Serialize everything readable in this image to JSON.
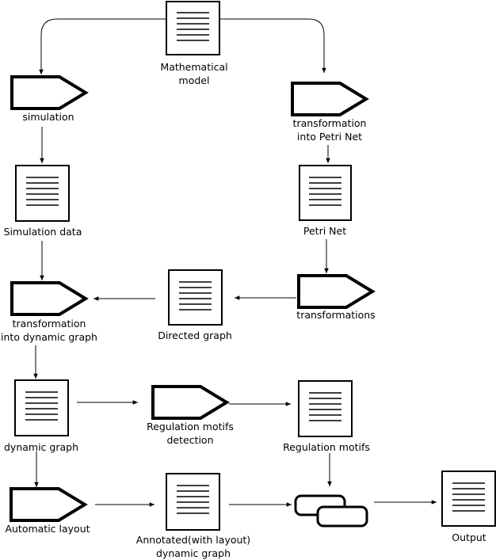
{
  "nodes": {
    "mathematical_model": "Mathematical\nmodel",
    "simulation": "simulation",
    "transformation_petri": "transformation\ninto Petri Net",
    "simulation_data": "Simulation data",
    "petri_net": "Petri Net",
    "transformation_dynamic": "transformation\ninto dynamic graph",
    "directed_graph": "Directed graph",
    "transformations": "transformations",
    "dynamic_graph": "dynamic graph",
    "regulation_motifs_detection": "Regulation motifs\ndetection",
    "regulation_motifs": "Regulation motifs",
    "automatic_layout": "Automatic layout",
    "annotated_dynamic_graph": "Annotated(with layout)\ndynamic graph",
    "output": "Output"
  },
  "icons": {
    "document": "document-icon",
    "process": "process-icon",
    "link": "chain-link-icon"
  },
  "colors": {
    "stroke": "#000000",
    "background": "#ffffff"
  }
}
